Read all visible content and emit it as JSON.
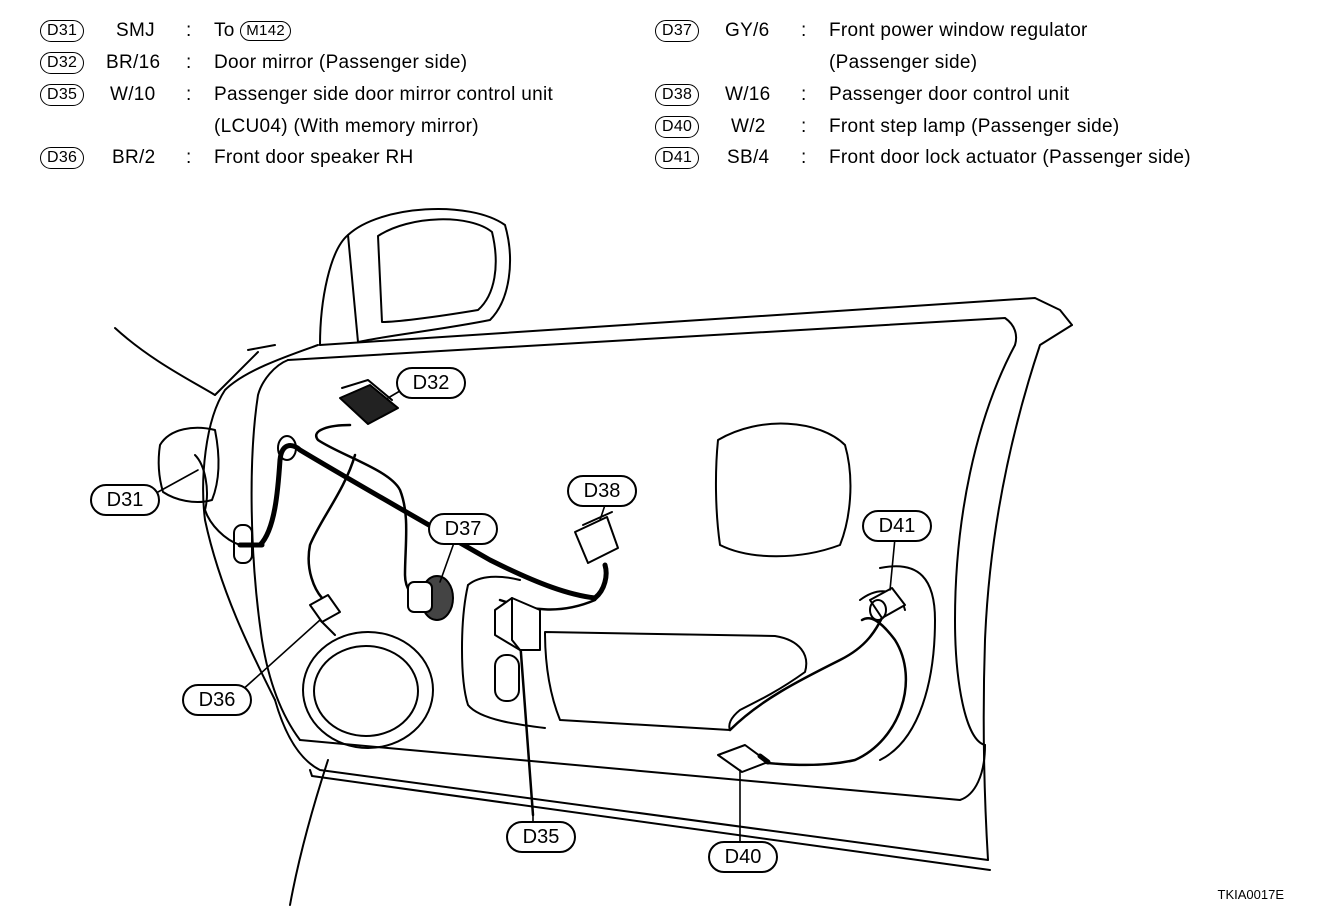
{
  "legend_left": [
    {
      "code": "D31",
      "spec": "SMJ",
      "desc": "To",
      "ref": "M142"
    },
    {
      "code": "D32",
      "spec": "BR/16",
      "desc": "Door mirror (Passenger side)"
    },
    {
      "code": "D35",
      "spec": "W/10",
      "desc": "Passenger side door mirror control unit",
      "desc2": "(LCU04) (With memory mirror)"
    },
    {
      "code": "D36",
      "spec": "BR/2",
      "desc": "Front door speaker RH"
    }
  ],
  "legend_right": [
    {
      "code": "D37",
      "spec": "GY/6",
      "desc": "Front power window regulator",
      "desc2": "(Passenger side)"
    },
    {
      "code": "D38",
      "spec": "W/16",
      "desc": "Passenger door control unit"
    },
    {
      "code": "D40",
      "spec": "W/2",
      "desc": "Front step lamp (Passenger side)"
    },
    {
      "code": "D41",
      "spec": "SB/4",
      "desc": "Front door lock actuator (Passenger side)"
    }
  ],
  "separator": ":",
  "callouts": {
    "d31": "D31",
    "d32": "D32",
    "d35": "D35",
    "d36": "D36",
    "d37": "D37",
    "d38": "D38",
    "d40": "D40",
    "d41": "D41"
  },
  "figure_id": "TKIA0017E"
}
